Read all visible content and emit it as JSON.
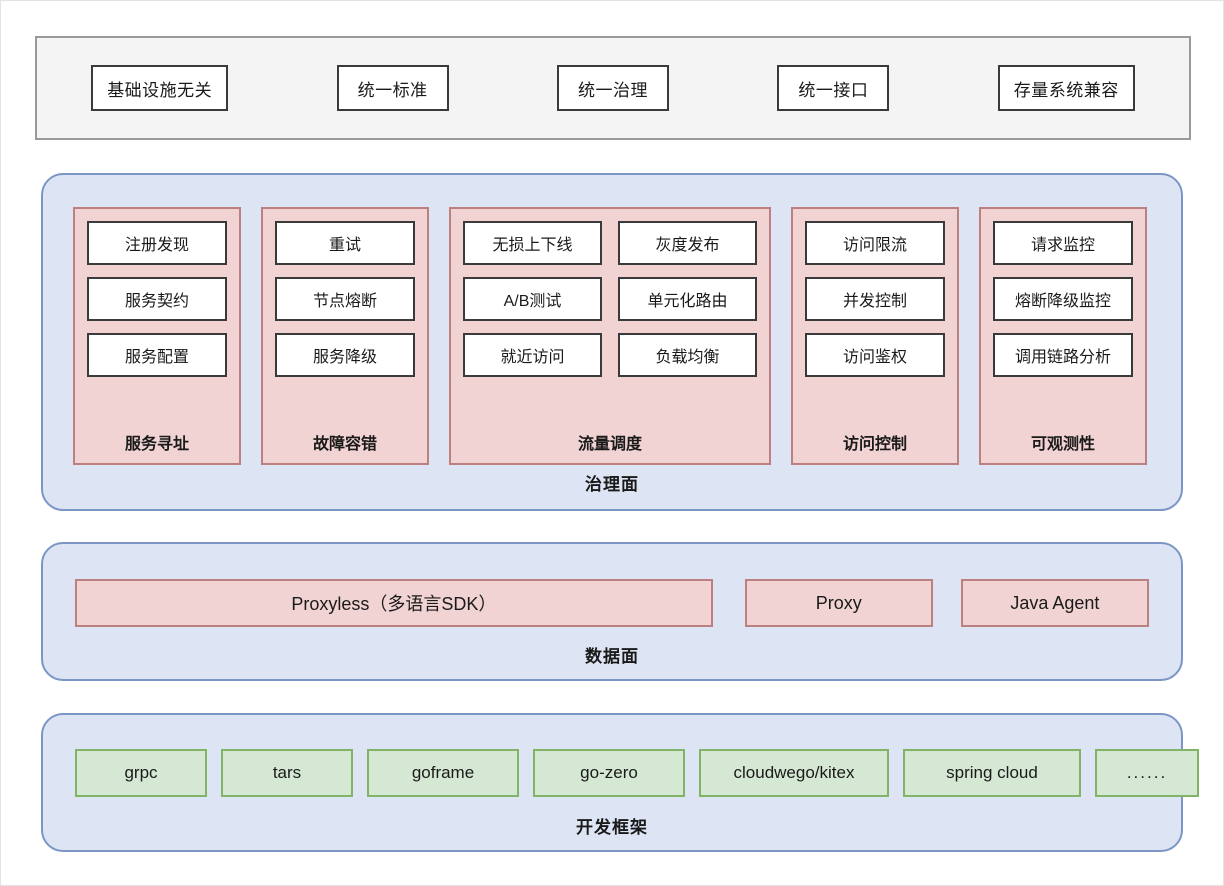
{
  "banner": {
    "principles": [
      {
        "label": "基础设施无关"
      },
      {
        "label": "统一标准"
      },
      {
        "label": "统一治理"
      },
      {
        "label": "统一接口"
      },
      {
        "label": "存量系统兼容"
      }
    ]
  },
  "governance_plane": {
    "label": "治理面",
    "groups": [
      {
        "label": "服务寻址",
        "columns": 1,
        "items": [
          "注册发现",
          "服务契约",
          "服务配置"
        ]
      },
      {
        "label": "故障容错",
        "columns": 1,
        "items": [
          "重试",
          "节点熔断",
          "服务降级"
        ]
      },
      {
        "label": "流量调度",
        "columns": 2,
        "items": [
          "无损上下线",
          "灰度发布",
          "A/B测试",
          "单元化路由",
          "就近访问",
          "负载均衡"
        ]
      },
      {
        "label": "访问控制",
        "columns": 1,
        "items": [
          "访问限流",
          "并发控制",
          "访问鉴权"
        ]
      },
      {
        "label": "可观测性",
        "columns": 1,
        "items": [
          "请求监控",
          "熔断降级监控",
          "调用链路分析"
        ]
      }
    ]
  },
  "data_plane": {
    "label": "数据面",
    "items": [
      {
        "label": "Proxyless（多语言SDK）"
      },
      {
        "label": "Proxy"
      },
      {
        "label": "Java Agent"
      }
    ]
  },
  "framework_plane": {
    "label": "开发框架",
    "items": [
      {
        "label": "grpc"
      },
      {
        "label": "tars"
      },
      {
        "label": "goframe"
      },
      {
        "label": "go-zero"
      },
      {
        "label": "cloudwego/kitex"
      },
      {
        "label": "spring cloud"
      },
      {
        "label": "......"
      }
    ]
  },
  "colors": {
    "plane_fill": "#dde5f4",
    "plane_border": "#7b96c4",
    "group_fill": "#f2d3d3",
    "group_border": "#bd8080",
    "cell_fill": "#ffffff",
    "cell_border": "#3a3a3a",
    "framework_fill": "#d5e8d4",
    "framework_border": "#82b366",
    "banner_fill": "#f4f4f4",
    "banner_border": "#9a9a9a"
  }
}
